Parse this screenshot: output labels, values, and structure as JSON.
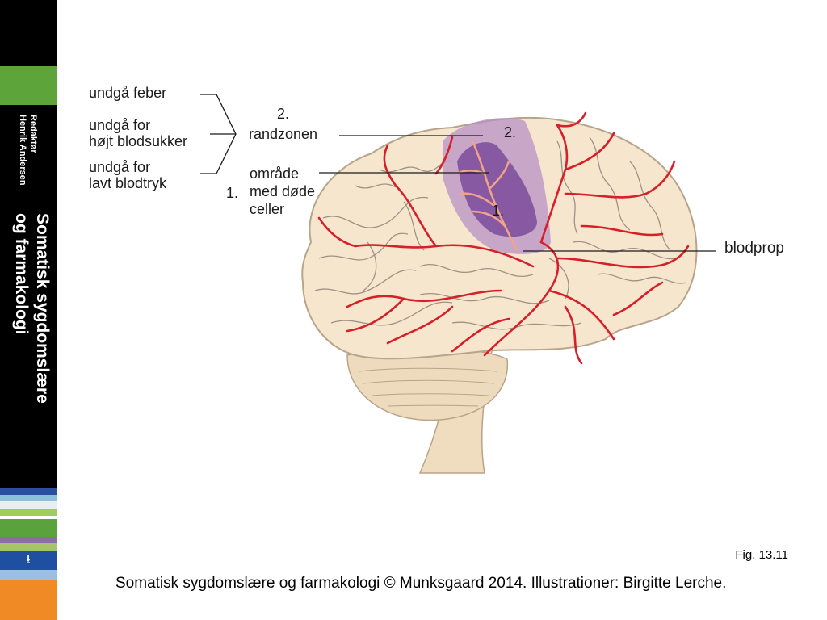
{
  "sidebar": {
    "editor_line1": "Redaktør",
    "editor_line2": "Henrik Andersen",
    "book_title_line1": "Somatisk sygdomslære",
    "book_title_line2": "og farmakologi",
    "publisher_icon": "publisher-logo-icon",
    "colors": {
      "green": "#5da53a",
      "blue": "#1f4fa0",
      "black": "#000000",
      "orange": "#f08a24"
    }
  },
  "diagram": {
    "labels": {
      "avoid_fever": "undgå feber",
      "avoid_high_blood_sugar_l1": "undgå for",
      "avoid_high_blood_sugar_l2": "højt blodsukker",
      "avoid_low_bp_l1": "undgå for",
      "avoid_low_bp_l2": "lavt blodtryk",
      "zone2_number": "2.",
      "zone2_name": "randzonen",
      "zone1_number": "1.",
      "zone1_l1": "område",
      "zone1_l2": "med døde",
      "zone1_l3": "celler",
      "zone2_marker": "2.",
      "zone1_marker": "1.",
      "clot": "blodprop"
    },
    "colors": {
      "brain": "#f6e6cd",
      "sulci": "#9e9286",
      "vessel": "#d5202a",
      "penumbra": "#b48ec5",
      "core": "#7d4b9c",
      "branch": "#f2a488"
    }
  },
  "figure": {
    "number": "Fig. 13.11",
    "credit": "Somatisk sygdomslære og farmakologi © Munksgaard 2014. Illustrationer: Birgitte Lerche."
  }
}
